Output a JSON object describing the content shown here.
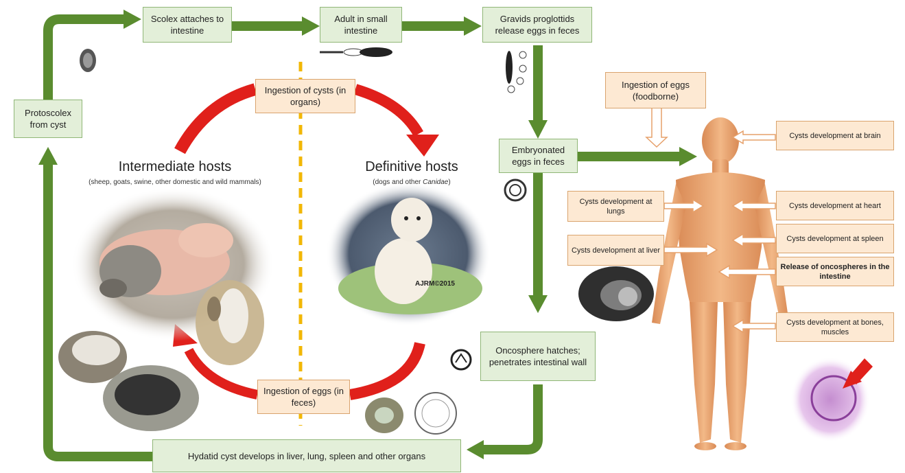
{
  "colors": {
    "green": "#5a8c2f",
    "red": "#e0201b",
    "peach": "#f3c9a0",
    "yellow": "#f2b705"
  },
  "boxes": {
    "scolex": "Scolex attaches to intestine",
    "adult": "Adult in small intestine",
    "gravid": "Gravids proglottids release eggs in feces",
    "protoscolex": "Protoscolex from cyst",
    "embryonated": "Embryonated eggs in feces",
    "oncosphere": "Oncosphere hatches; penetrates intestinal wall",
    "hydatid": "Hydatid cyst develops in liver, lung, spleen and other organs",
    "ingest_cysts": "Ingestion of cysts (in organs)",
    "ingest_eggs_feces": "Ingestion of eggs (in feces)",
    "ingest_foodborne": "Ingestion of eggs (foodborne)"
  },
  "hosts": {
    "intermediate_title": "Intermediate hosts",
    "intermediate_sub": "(sheep, goats, swine, other domestic and wild mammals)",
    "definitive_title": "Definitive hosts",
    "definitive_sub_a": "(dogs and other ",
    "definitive_sub_b": "Canidae",
    "definitive_sub_c": ")",
    "watermark": "AJRM©2015"
  },
  "human": {
    "brain": "Cysts development at brain",
    "lungs": "Cysts development at lungs",
    "heart": "Cysts development at heart",
    "spleen": "Cysts development at spleen",
    "liver": "Cysts development at liver",
    "oncospheres": "Release of oncospheres in the intestine",
    "bones": "Cysts development at bones, muscles"
  },
  "icons": [
    "scolex-icon",
    "adult-worm-icon",
    "proglottid-eggs-icon",
    "egg-icon",
    "hatching-egg-icon",
    "cyst-section-icon",
    "ct-scan-image",
    "histology-image",
    "pig-image",
    "goat-image",
    "sheep-image",
    "buffalo-image",
    "dog-image",
    "human-figure"
  ]
}
